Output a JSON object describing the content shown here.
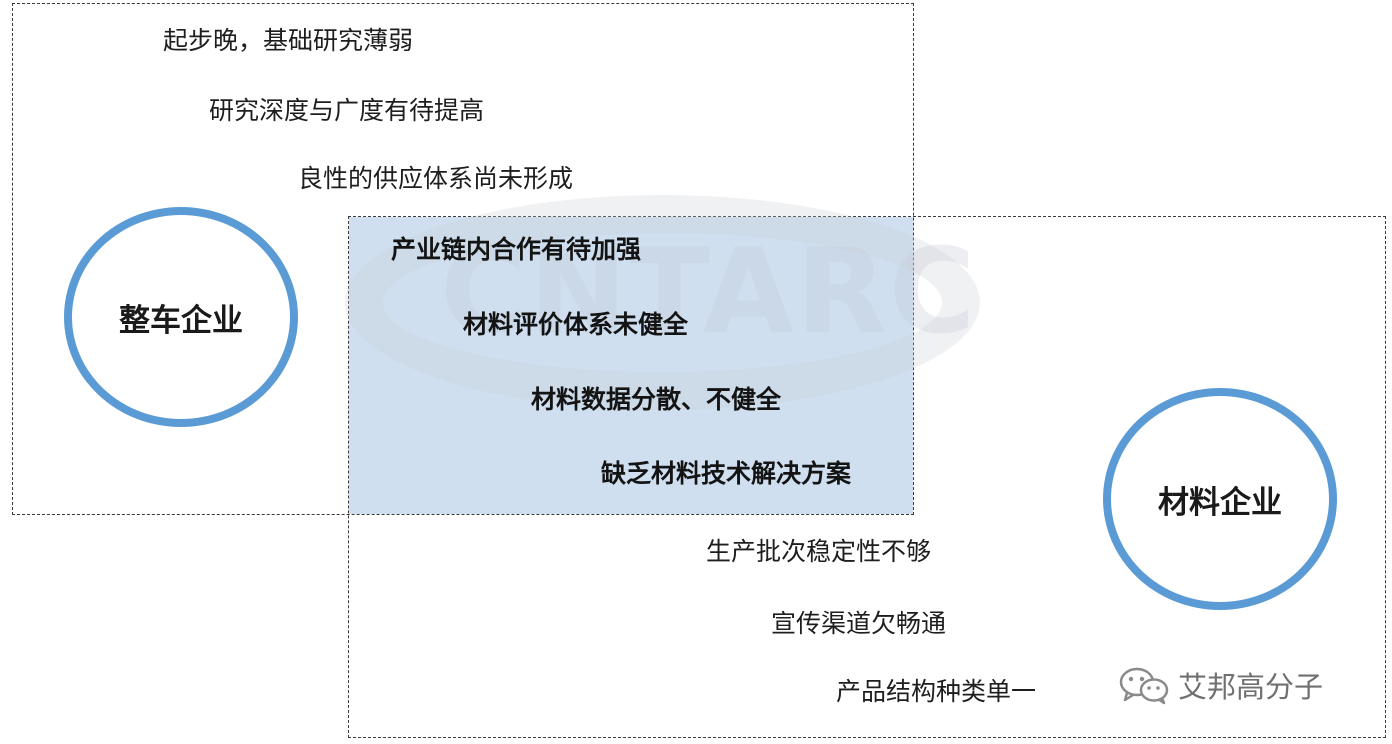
{
  "vehicle_box": {
    "label": "整车企业",
    "issues": [
      "起步晚，基础研究薄弱",
      "研究深度与广度有待提高",
      "良性的供应体系尚未形成"
    ]
  },
  "shared_issues": [
    "产业链内合作有待加强",
    "材料评价体系未健全",
    "材料数据分散、不健全",
    "缺乏材料技术解决方案"
  ],
  "material_box": {
    "label": "材料企业",
    "issues": [
      "生产批次稳定性不够",
      "宣传渠道欠畅通",
      "产品结构种类单一"
    ]
  },
  "watermark": "CNTARC",
  "footer": {
    "brand": "艾邦高分子",
    "icon": "wechat-icon"
  },
  "colors": {
    "circle": "#5b9bd5",
    "overlap": "#cfdff0",
    "border": "#3a3a3a"
  }
}
